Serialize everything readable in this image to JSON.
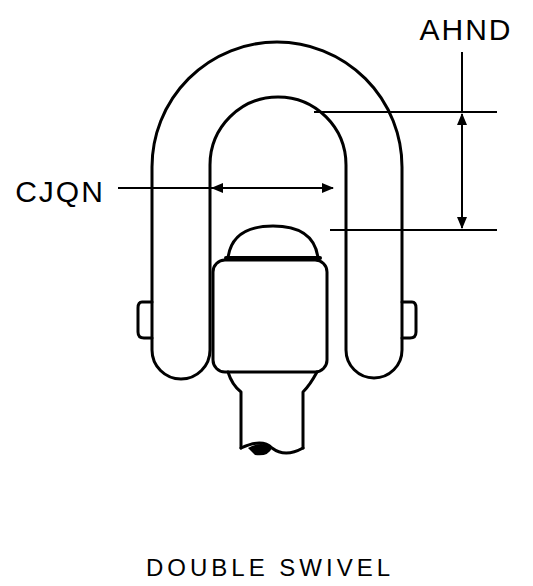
{
  "diagram": {
    "caption": "DOUBLE SWIVEL",
    "labels": [
      "AHND",
      "CJQN"
    ]
  }
}
